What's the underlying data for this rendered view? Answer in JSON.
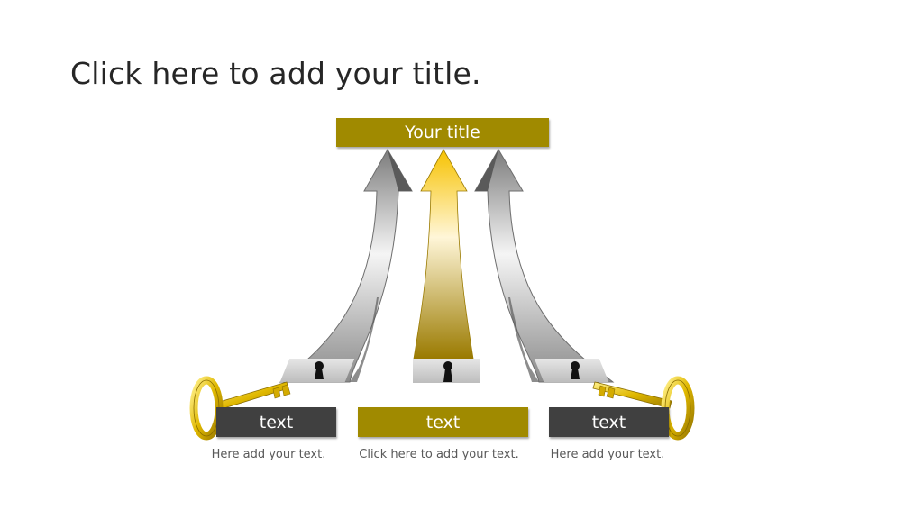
{
  "slide": {
    "title": "Click here to add your title."
  },
  "diagram": {
    "header": "Your title",
    "columns": [
      {
        "label": "text",
        "caption": "Here add your text.",
        "color": "#404040"
      },
      {
        "label": "text",
        "caption": "Click here to add your text.",
        "color": "#A08A00"
      },
      {
        "label": "text",
        "caption": "Here add your text.",
        "color": "#404040"
      }
    ]
  },
  "colors": {
    "gold": "#A08A00",
    "dark": "#404040",
    "key": "#E8C020"
  }
}
